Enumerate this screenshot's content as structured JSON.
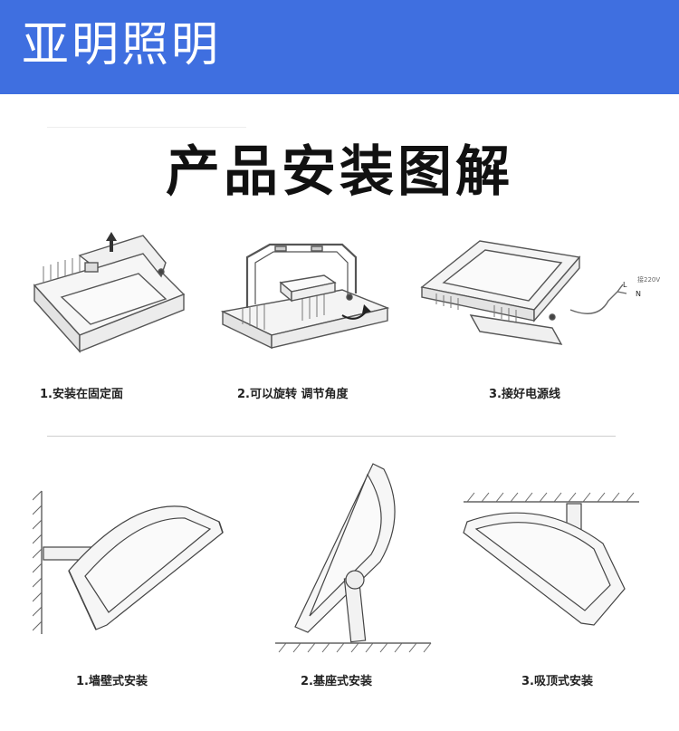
{
  "header": {
    "brand": "亚明照明",
    "accent_color": "#3f6fe0"
  },
  "title": "产品安装图解",
  "steps": [
    {
      "label": "1.安装在固定面"
    },
    {
      "label": "2.可以旋转 调节角度"
    },
    {
      "label": "3.接好电源线",
      "wire_note": "接220V",
      "wire_L": "L",
      "wire_N": "N"
    }
  ],
  "mounts": [
    {
      "label": "1.墙壁式安装"
    },
    {
      "label": "2.基座式安装"
    },
    {
      "label": "3.吸顶式安装"
    }
  ]
}
